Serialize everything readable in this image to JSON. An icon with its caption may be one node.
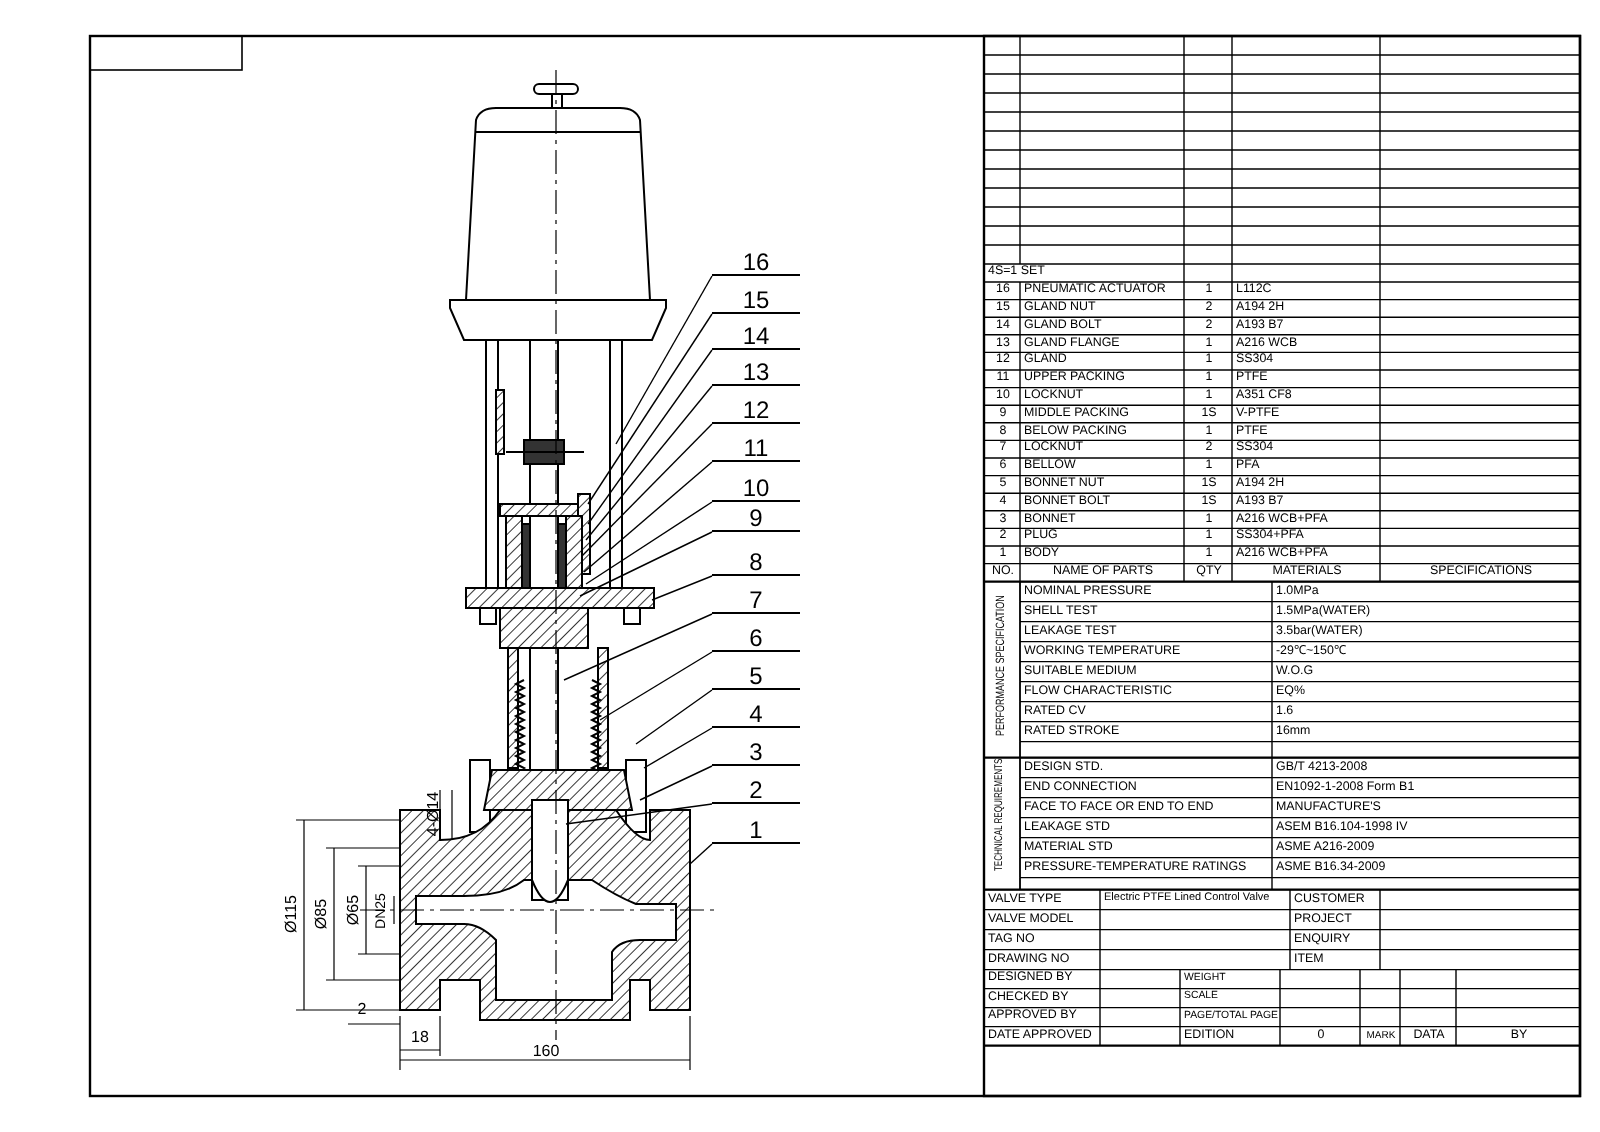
{
  "diagram": {
    "nodes": [
      {
        "text": [
          "16"
        ]
      },
      {
        "text": [
          "15"
        ]
      },
      {
        "text": [
          "14"
        ]
      },
      {
        "text": [
          "13"
        ]
      },
      {
        "text": [
          "12"
        ]
      },
      {
        "text": [
          "11"
        ]
      },
      {
        "text": [
          "10"
        ]
      },
      {
        "text": [
          "9"
        ]
      },
      {
        "text": [
          "8"
        ]
      },
      {
        "text": [
          "7"
        ]
      },
      {
        "text": [
          "6"
        ]
      },
      {
        "text": [
          "5"
        ]
      },
      {
        "text": [
          "4"
        ]
      },
      {
        "text": [
          "3"
        ]
      },
      {
        "text": [
          "2"
        ]
      },
      {
        "text": [
          "1"
        ]
      }
    ],
    "edges": [
      {
        "from": 0,
        "to": null,
        "arrow": "none"
      },
      {
        "from": 1,
        "to": null,
        "arrow": "none"
      },
      {
        "from": 2,
        "to": null,
        "arrow": "none"
      },
      {
        "from": 3,
        "to": null,
        "arrow": "none"
      },
      {
        "from": 4,
        "to": null,
        "arrow": "none"
      },
      {
        "from": 5,
        "to": null,
        "arrow": "none"
      },
      {
        "from": 6,
        "to": null,
        "arrow": "none"
      },
      {
        "from": 7,
        "to": null,
        "arrow": "none"
      },
      {
        "from": 8,
        "to": null,
        "arrow": "none"
      },
      {
        "from": 9,
        "to": null,
        "arrow": "none"
      },
      {
        "from": 10,
        "to": null,
        "arrow": "none"
      },
      {
        "from": 11,
        "to": null,
        "arrow": "none"
      },
      {
        "from": 12,
        "to": null,
        "arrow": "none"
      },
      {
        "from": 13,
        "to": null,
        "arrow": "none"
      },
      {
        "from": 14,
        "to": null,
        "arrow": "none"
      },
      {
        "from": 15,
        "to": null,
        "arrow": "none"
      }
    ],
    "labels": [
      "4-Ø14",
      "Ø115",
      "Ø85",
      "Ø65",
      "DN25",
      "2",
      "18",
      "160",
      "4S=1 SET",
      "16",
      "PNEUMATIC ACTUATOR",
      "1",
      "L112C",
      "15",
      "GLAND NUT",
      "2",
      "A194 2H",
      "14",
      "GLAND BOLT",
      "2",
      "A193 B7",
      "13",
      "GLAND FLANGE",
      "1",
      "A216 WCB",
      "12",
      "GLAND",
      "1",
      "SS304",
      "11",
      "UPPER PACKING",
      "1",
      "PTFE",
      "10",
      "LOCKNUT",
      "1",
      "A351 CF8",
      "9",
      "MIDDLE PACKING",
      "1S",
      "V-PTFE",
      "8",
      "BELOW PACKING",
      "1",
      "PTFE",
      "7",
      "LOCKNUT",
      "2",
      "SS304",
      "6",
      "BELLOW",
      "1",
      "PFA",
      "5",
      "BONNET NUT",
      "1S",
      "A194 2H",
      "4",
      "BONNET BOLT",
      "1S",
      "A193 B7",
      "3",
      "BONNET",
      "1",
      "A216 WCB+PFA",
      "2",
      "PLUG",
      "1",
      "SS304+PFA",
      "1",
      "BODY",
      "1",
      "A216 WCB+PFA",
      "NO.",
      "NAME OF PARTS",
      "QTY",
      "MATERIALS",
      "SPECIFICATIONS",
      "PERFORMANCE SPECIFICATION",
      "NOMINAL PRESSURE",
      "1.0MPa",
      "SHELL TEST",
      "1.5MPa(WATER)",
      "LEAKAGE TEST",
      "3.5bar(WATER)",
      "WORKING TEMPERATURE",
      "-29℃~150℃",
      "SUITABLE MEDIUM",
      "W.O.G",
      "FLOW CHARACTERISTIC",
      "EQ%",
      "RATED CV",
      "1.6",
      "RATED STROKE",
      "16mm",
      "TECHNICAL REQUIREMENTS",
      "DESIGN STD.",
      "GB/T 4213-2008",
      "END CONNECTION",
      "EN1092-1-2008 Form B1",
      "FACE TO FACE OR END TO END",
      "MANUFACTURE'S",
      "LEAKAGE STD",
      "ASEM B16.104-1998 IV",
      "MATERIAL STD",
      "ASME A216-2009",
      "PRESSURE-TEMPERATURE RATINGS",
      "ASME B16.34-2009",
      "VALVE TYPE",
      "Electric PTFE Lined Control Valve",
      "CUSTOMER",
      "VALVE MODEL",
      "PROJECT",
      "TAG NO",
      "ENQUIRY",
      "DRAWING NO",
      "ITEM",
      "DESIGNED BY",
      "WEIGHT",
      "CHECKED BY",
      "SCALE",
      "APPROVED BY",
      "PAGE/TOTAL PAGE",
      "DATE APPROVED",
      "EDITION",
      "0",
      "MARK",
      "DATA",
      "BY"
    ]
  }
}
